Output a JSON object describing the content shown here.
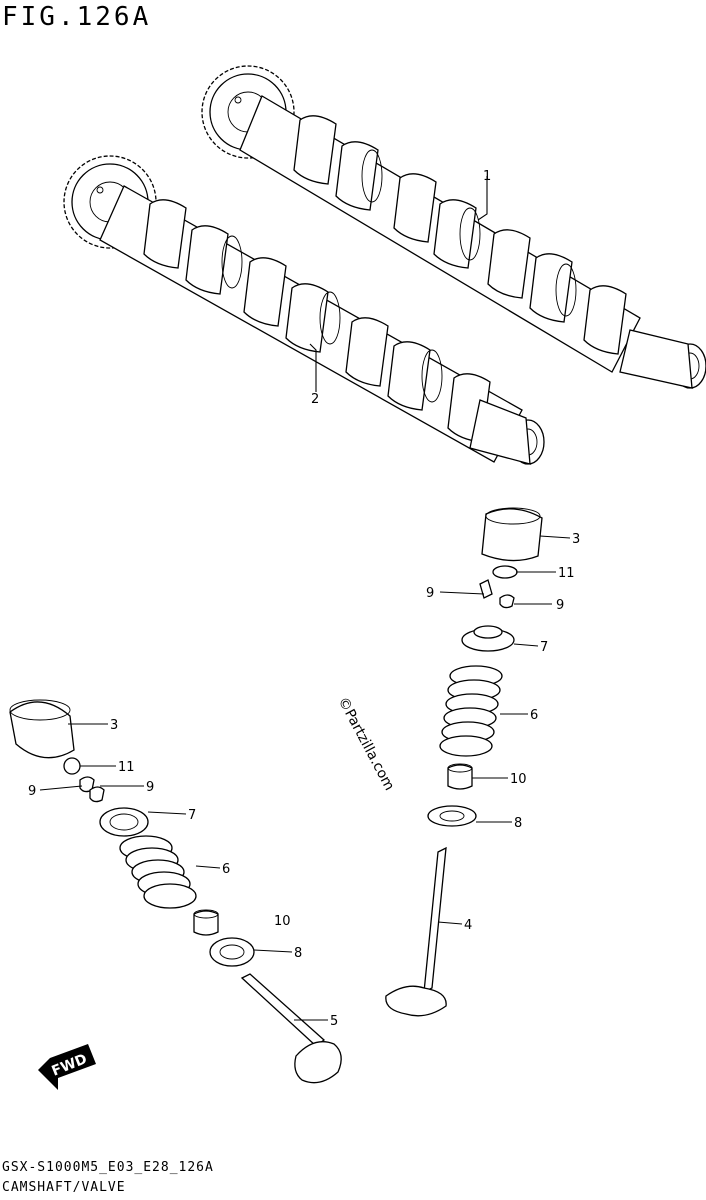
{
  "figure": {
    "title": "FIG.126A",
    "footer_code": "GSX-S1000M5_E03_E28_126A",
    "footer_name": "CAMSHAFT/VALVE",
    "watermark": "©Partzilla.com",
    "fwd_label": "FWD"
  },
  "callouts": [
    {
      "id": "c1",
      "label": "1",
      "part": "intake-camshaft"
    },
    {
      "id": "c2",
      "label": "2",
      "part": "exhaust-camshaft"
    },
    {
      "id": "c3a",
      "label": "3",
      "part": "tappet"
    },
    {
      "id": "c11a",
      "label": "11",
      "part": "shim"
    },
    {
      "id": "c9a",
      "label": "9",
      "part": "cotter"
    },
    {
      "id": "c9b",
      "label": "9",
      "part": "cotter"
    },
    {
      "id": "c7a",
      "label": "7",
      "part": "spring-retainer"
    },
    {
      "id": "c6a",
      "label": "6",
      "part": "valve-spring"
    },
    {
      "id": "c10a",
      "label": "10",
      "part": "stem-seal"
    },
    {
      "id": "c8a",
      "label": "8",
      "part": "spring-seat"
    },
    {
      "id": "c4",
      "label": "4",
      "part": "intake-valve"
    },
    {
      "id": "c3b",
      "label": "3",
      "part": "tappet"
    },
    {
      "id": "c11b",
      "label": "11",
      "part": "shim"
    },
    {
      "id": "c9c",
      "label": "9",
      "part": "cotter"
    },
    {
      "id": "c9d",
      "label": "9",
      "part": "cotter"
    },
    {
      "id": "c7b",
      "label": "7",
      "part": "spring-retainer"
    },
    {
      "id": "c6b",
      "label": "6",
      "part": "valve-spring"
    },
    {
      "id": "c10b",
      "label": "10",
      "part": "stem-seal"
    },
    {
      "id": "c8b",
      "label": "8",
      "part": "spring-seat"
    },
    {
      "id": "c5",
      "label": "5",
      "part": "exhaust-valve"
    }
  ]
}
